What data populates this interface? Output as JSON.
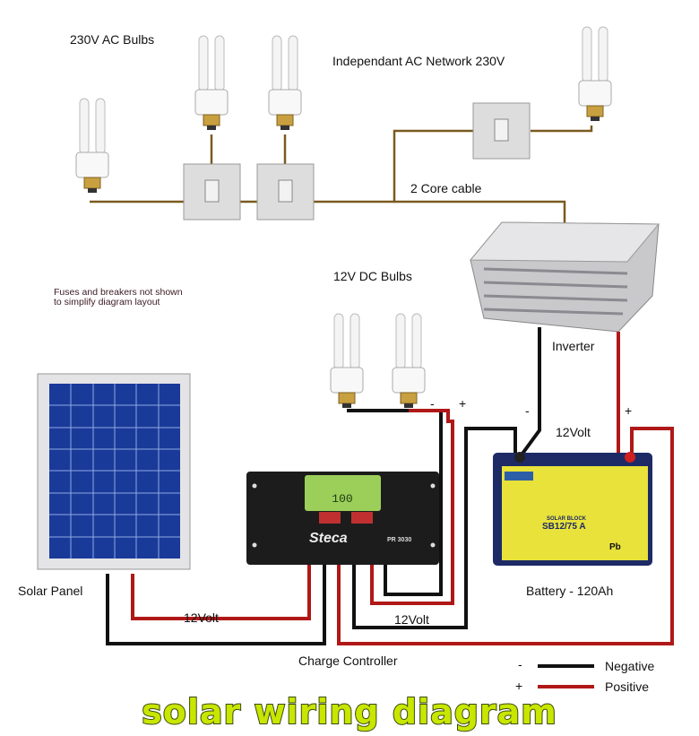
{
  "labels": {
    "ac_bulbs": "230V AC Bulbs",
    "ac_network": "Independant AC Network 230V",
    "core_cable": "2 Core cable",
    "fuses_note_1": "Fuses and breakers not shown",
    "fuses_note_2": "to simplify diagram layout",
    "dc_bulbs": "12V DC Bulbs",
    "inverter": "Inverter",
    "inv_minus": "-",
    "inv_plus": "+",
    "bulb_minus": "-",
    "bulb_plus": "+",
    "battery_volt": "12Volt",
    "solar_panel": "Solar Panel",
    "panel_volt": "12Volt",
    "ctrl_volt": "12Volt",
    "battery": "Battery - 120Ah",
    "charge_controller": "Charge Controller"
  },
  "controller": {
    "brand": "Steca",
    "model": "PR 3030",
    "display": "100"
  },
  "battery_label": {
    "line1": "SOLAR BLOCK",
    "line2": "SB12/75 A",
    "chem": "Pb"
  },
  "legend": {
    "negative_sign": "-",
    "negative": "Negative",
    "positive_sign": "+",
    "positive": "Positive"
  },
  "title": "solar wiring diagram",
  "colors": {
    "negative": "#111111",
    "positive": "#b01818",
    "ac_wire": "#7a5a20",
    "title": "#c8e600"
  }
}
